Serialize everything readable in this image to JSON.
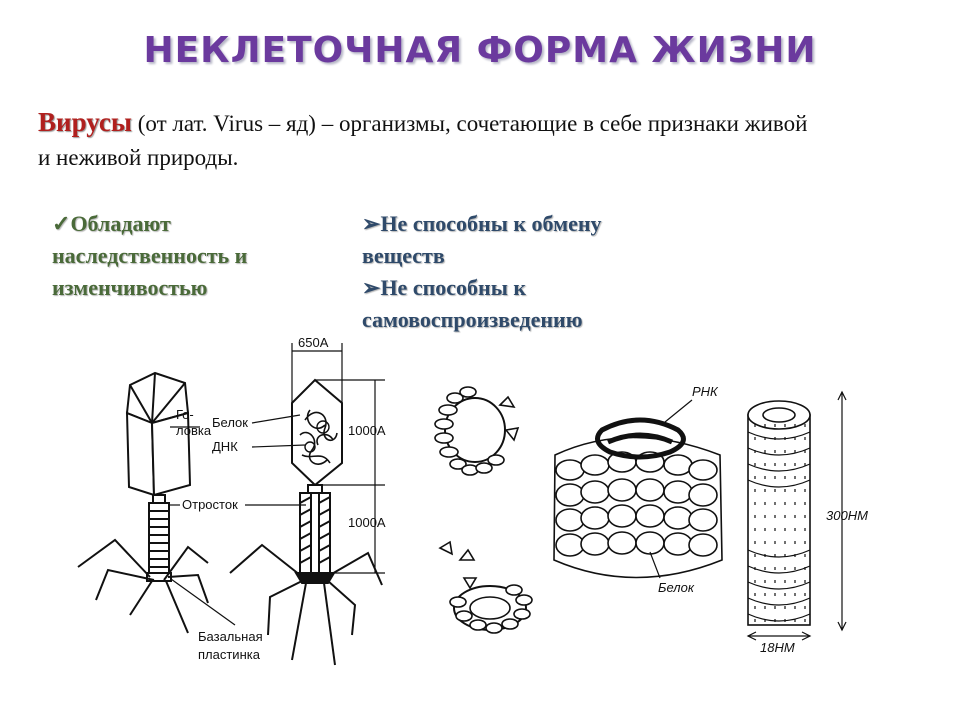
{
  "title": "НЕКЛЕТОЧНАЯ ФОРМА ЖИЗНИ",
  "intro": {
    "term": "Вирусы",
    "text_line1": " (от лат. Virus – яд) – организмы, сочетающие в себе признаки живой",
    "text_line2": "и неживой природы."
  },
  "properties_left": {
    "marker": "✓",
    "lines": [
      "Обладают",
      "наследственность и",
      "изменчивостью"
    ]
  },
  "properties_right": {
    "marker": "➢",
    "items": [
      {
        "lines": [
          "Не способны к обмену",
          "веществ"
        ]
      },
      {
        "lines": [
          "Не способны к",
          "самовоспроизведению"
        ]
      }
    ]
  },
  "phage_labels": {
    "head_top": "Го-",
    "head_bottom": "ловка",
    "protein": "Белок",
    "dna": "ДНК",
    "tail": "Отросток",
    "base_line1": "Базальная",
    "base_line2": "пластинка",
    "width_dim": "650А",
    "head_dim": "1000А",
    "tail_dim": "1000А"
  },
  "tmv_labels": {
    "rna": "РНК",
    "protein": "Белок",
    "length_dim": "300НМ",
    "diameter_dim": "18НМ"
  }
}
